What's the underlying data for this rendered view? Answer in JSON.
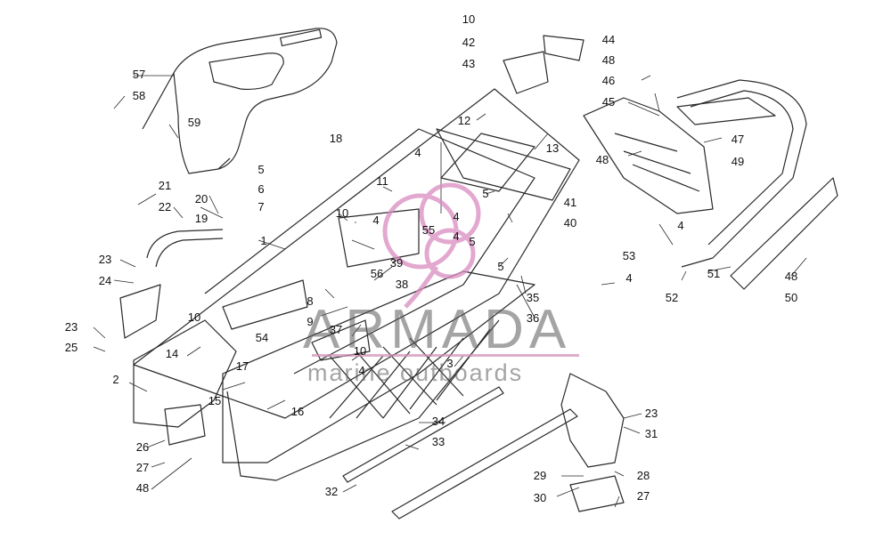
{
  "callouts": [
    "1",
    "2",
    "3",
    "4",
    "4",
    "4",
    "4",
    "4",
    "4",
    "4",
    "5",
    "5",
    "5",
    "5",
    "6",
    "7",
    "8",
    "9",
    "10",
    "10",
    "10",
    "10",
    "11",
    "12",
    "13",
    "14",
    "15",
    "16",
    "17",
    "18",
    "19",
    "20",
    "21",
    "22",
    "23",
    "23",
    "23",
    "24",
    "25",
    "26",
    "27",
    "27",
    "28",
    "29",
    "30",
    "31",
    "32",
    "33",
    "34",
    "35",
    "36",
    "37",
    "38",
    "39",
    "40",
    "41",
    "42",
    "43",
    "44",
    "45",
    "46",
    "47",
    "48",
    "48",
    "48",
    "48",
    "49",
    "50",
    "51",
    "52",
    "53",
    "54",
    "55",
    "56",
    "57",
    "58",
    "59"
  ],
  "watermark": {
    "title": "ARMADA",
    "subtitle": "marine outboards"
  },
  "colors": {
    "line": "#2a2a2a",
    "watermark_pink": "#d98cbf",
    "watermark_gray": "#6a6a6a"
  }
}
